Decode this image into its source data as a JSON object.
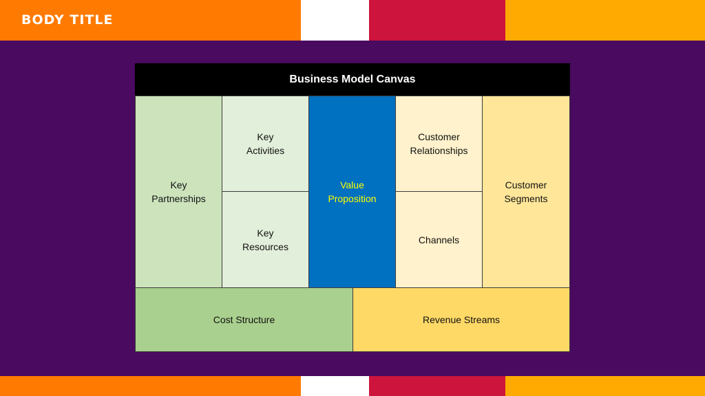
{
  "page": {
    "title": "BODY TITLE"
  },
  "colors": {
    "background": "#4a0a60",
    "strip_orange": "#ff7a00",
    "strip_white": "#ffffff",
    "strip_red": "#cc143c",
    "strip_yellow": "#ffaa00",
    "text_highlight": "#ffff00"
  },
  "canvas": {
    "title": "Business Model Canvas",
    "blocks": {
      "key_partnerships": {
        "label": "Key\nPartnerships",
        "color": "#cce3bc"
      },
      "key_activities": {
        "label": "Key\nActivities",
        "color": "#e2efda"
      },
      "key_resources": {
        "label": "Key\nResources",
        "color": "#e2efda"
      },
      "value_proposition": {
        "label": "Value\nProposition",
        "color": "#0070c0"
      },
      "customer_relationships": {
        "label": "Customer\nRelationships",
        "color": "#fff2cc"
      },
      "channels": {
        "label": "Channels",
        "color": "#fff2cc"
      },
      "customer_segments": {
        "label": "Customer\nSegments",
        "color": "#ffe699"
      },
      "cost_structure": {
        "label": "Cost Structure",
        "color": "#a9d08e"
      },
      "revenue_streams": {
        "label": "Revenue Streams",
        "color": "#ffd966"
      }
    }
  }
}
